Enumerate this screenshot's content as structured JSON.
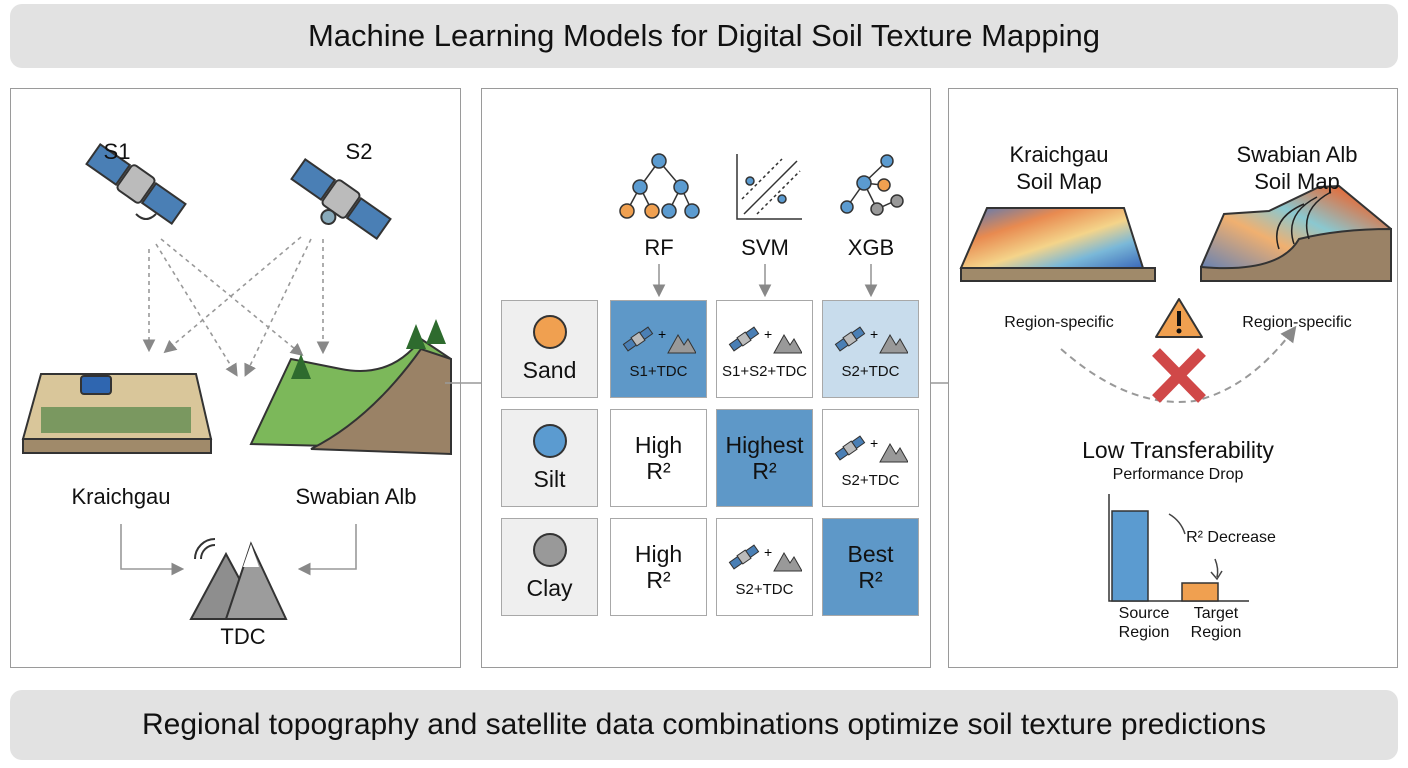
{
  "title": "Machine Learning Models for Digital Soil Texture Mapping",
  "footer": "Regional topography and satellite data combinations optimize soil texture predictions",
  "left": {
    "s1": "S1",
    "s2": "S2",
    "kraichgau": "Kraichgau",
    "swabian": "Swabian Alb",
    "tdc": "TDC"
  },
  "middle": {
    "models": [
      "RF",
      "SVM",
      "XGB"
    ],
    "rows": [
      {
        "label": "Sand",
        "color": "#f0a050",
        "cells": [
          {
            "text": "S1+TDC",
            "icon": "satellite-plus-mountain",
            "fill": "#5e98c8"
          },
          {
            "text": "S1+S2+TDC",
            "icon": "satellite-plus-mountain",
            "fill": "#ffffff"
          },
          {
            "text": "S2+TDC",
            "icon": "satellite-plus-mountain",
            "fill": "#c8dcec"
          }
        ]
      },
      {
        "label": "Silt",
        "color": "#5b9bd0",
        "cells": [
          {
            "l1": "High",
            "l2": "R²",
            "fill": "#ffffff"
          },
          {
            "l1": "Highest",
            "l2": "R²",
            "fill": "#5e98c8"
          },
          {
            "text": "S2+TDC",
            "icon": "satellite-plus-mountain",
            "fill": "#ffffff"
          }
        ]
      },
      {
        "label": "Clay",
        "color": "#999999",
        "cells": [
          {
            "l1": "High",
            "l2": "R²",
            "fill": "#ffffff"
          },
          {
            "text": "S2+TDC",
            "icon": "satellite-plus-mountain",
            "fill": "#ffffff"
          },
          {
            "l1": "Best",
            "l2": "R²",
            "fill": "#5e98c8"
          }
        ]
      }
    ]
  },
  "right": {
    "map1_l1": "Kraichgau",
    "map1_l2": "Soil Map",
    "map2_l1": "Swabian Alb",
    "map2_l2": "Soil Map",
    "region_specific_1": "Region-specific",
    "region_specific_2": "Region-specific",
    "low": "Low Transferability",
    "drop": "Performance Drop",
    "decrease": "R² Decrease",
    "source_l1": "Source",
    "source_l2": "Region",
    "target_l1": "Target",
    "target_l2": "Region"
  },
  "chart_data": {
    "type": "bar",
    "categories": [
      "Source Region",
      "Target Region"
    ],
    "values": [
      1.0,
      0.2
    ],
    "annotation": "R² Decrease",
    "colors": [
      "#5b9bd0",
      "#f0a050"
    ]
  }
}
